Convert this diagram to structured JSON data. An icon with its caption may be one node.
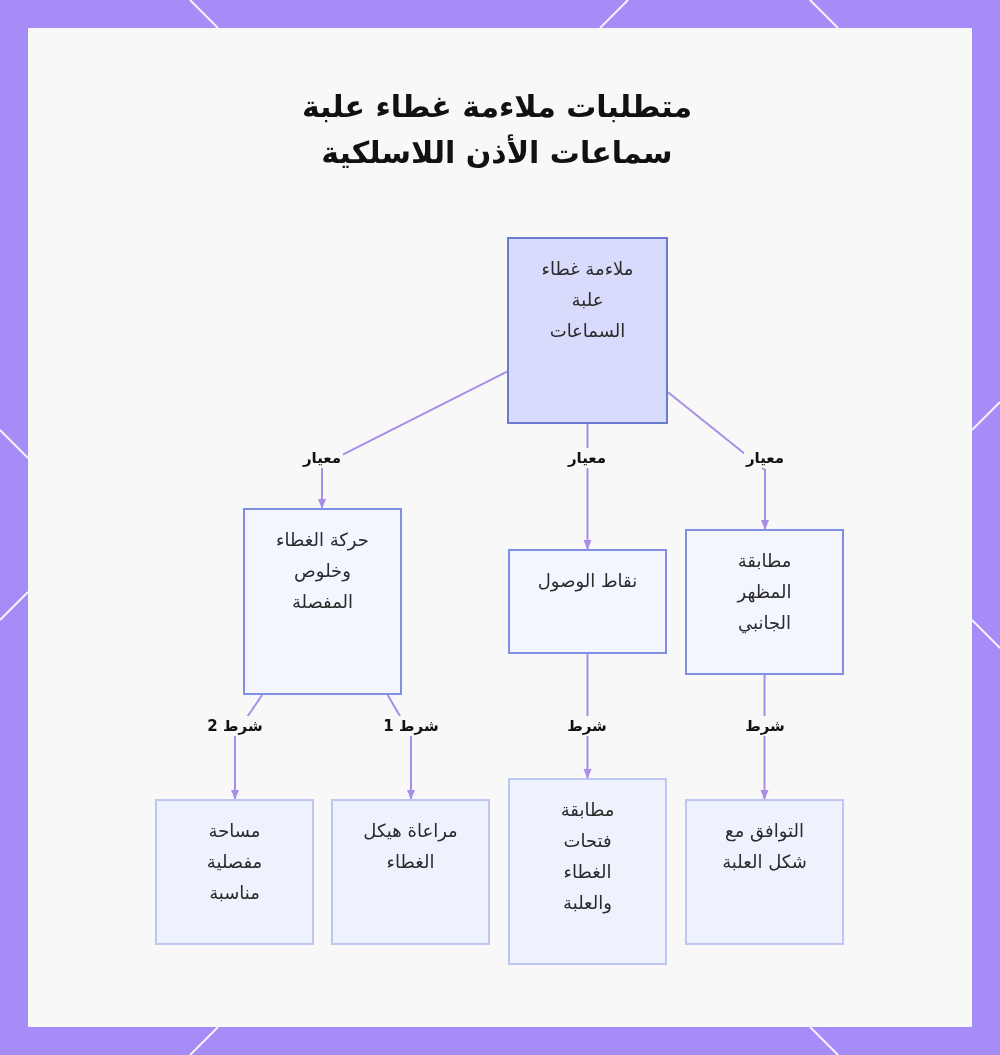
{
  "diagram": {
    "title": "متطلبات ملاءمة غطاء علبة سماعات الأذن اللاسلكية",
    "nodes": [
      {
        "text": [
          "ملاءمة غطاء علبة السماعات"
        ]
      },
      {
        "text": [
          "حركة الغطاء وخلوص المفصلة"
        ]
      },
      {
        "text": [
          "نقاط الوصول"
        ]
      },
      {
        "text": [
          "مطابقة المظهر الجانبي"
        ]
      },
      {
        "text": [
          "مساحة مفصلية مناسبة"
        ]
      },
      {
        "text": [
          "مراعاة هيكل الغطاء"
        ]
      },
      {
        "text": [
          "مطابقة فتحات الغطاء والعلبة"
        ]
      },
      {
        "text": [
          "التوافق مع شكل العلبة"
        ]
      }
    ],
    "edges": [
      {
        "from": 0,
        "to": 1,
        "arrow": "to",
        "label": "معيار"
      },
      {
        "from": 0,
        "to": 2,
        "arrow": "to",
        "label": "معيار"
      },
      {
        "from": 0,
        "to": 3,
        "arrow": "to",
        "label": "معيار"
      },
      {
        "from": 1,
        "to": 4,
        "arrow": "to",
        "label": "شرط 2"
      },
      {
        "from": 1,
        "to": 5,
        "arrow": "to",
        "label": "شرط 1"
      },
      {
        "from": 2,
        "to": 6,
        "arrow": "to",
        "label": "شرط"
      },
      {
        "from": 3,
        "to": 7,
        "arrow": "to",
        "label": "شرط"
      }
    ]
  }
}
